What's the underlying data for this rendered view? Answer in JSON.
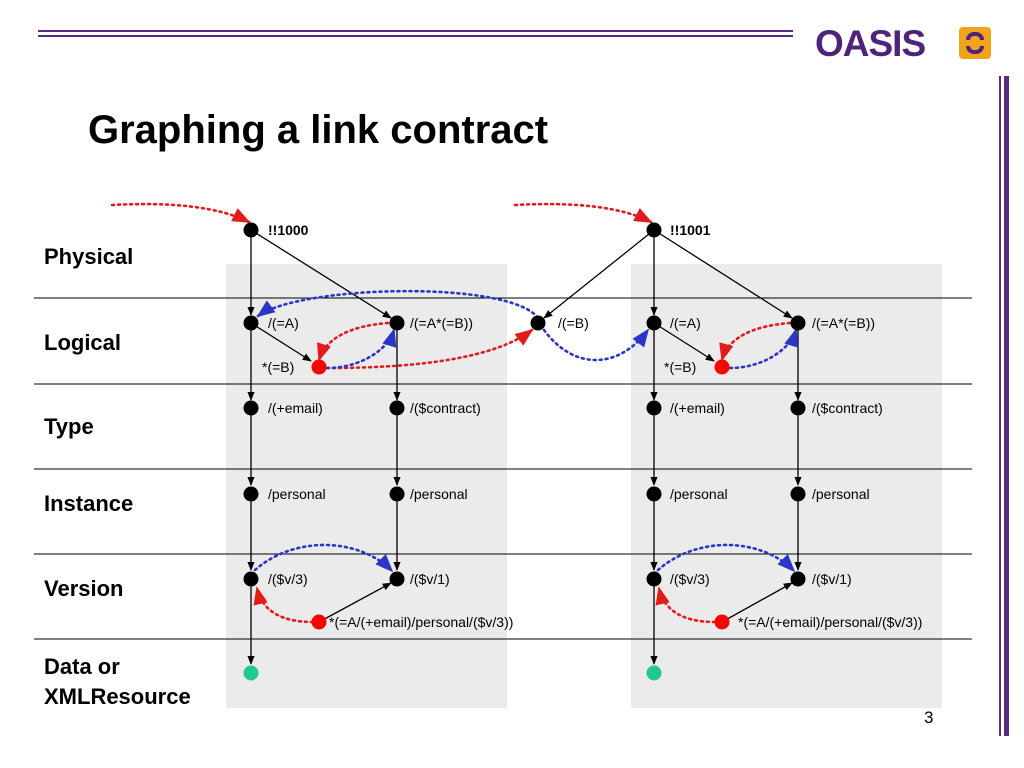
{
  "title": "Graphing a link contract",
  "logo": {
    "text": "OASIS",
    "mark": "oasis-emblem-icon"
  },
  "page_number": "3",
  "layers": [
    {
      "name": "physical",
      "label": "Physical"
    },
    {
      "name": "logical",
      "label": "Logical"
    },
    {
      "name": "type",
      "label": "Type"
    },
    {
      "name": "instance",
      "label": "Instance"
    },
    {
      "name": "version",
      "label": "Version"
    },
    {
      "name": "data",
      "label_lines": [
        "Data or",
        "XMLResource"
      ]
    }
  ],
  "colors": {
    "brand": "#4f2379",
    "accent": "#f0a31b",
    "node": "#000000",
    "node_highlight": "#ff0000",
    "node_data": "#20c896",
    "arrow_red": "#e31b1b",
    "arrow_blue": "#2b35c8",
    "panel": "#ebebeb"
  },
  "graphs": [
    {
      "root_label": "!!1000",
      "labels": {
        "a": "/(=A)",
        "ab": "/(=A*(=B))",
        "b": "*(=B)",
        "email": "/(+email)",
        "contract": "/($contract)",
        "personal_a": "/personal",
        "personal_b": "/personal",
        "v3": "/($v/3)",
        "v1": "/($v/1)",
        "ref": "*(=A/(+email)/personal/($v/3))"
      }
    },
    {
      "root_label": "!!1001",
      "labels": {
        "a": "/(=A)",
        "ab": "/(=A*(=B))",
        "b": "*(=B)",
        "email": "/(+email)",
        "contract": "/($contract)",
        "personal_a": "/personal",
        "personal_b": "/personal",
        "v3": "/($v/3)",
        "v1": "/($v/1)",
        "ref": "*(=A/(+email)/personal/($v/3))"
      }
    }
  ],
  "shared_node_label": "/(=B)"
}
